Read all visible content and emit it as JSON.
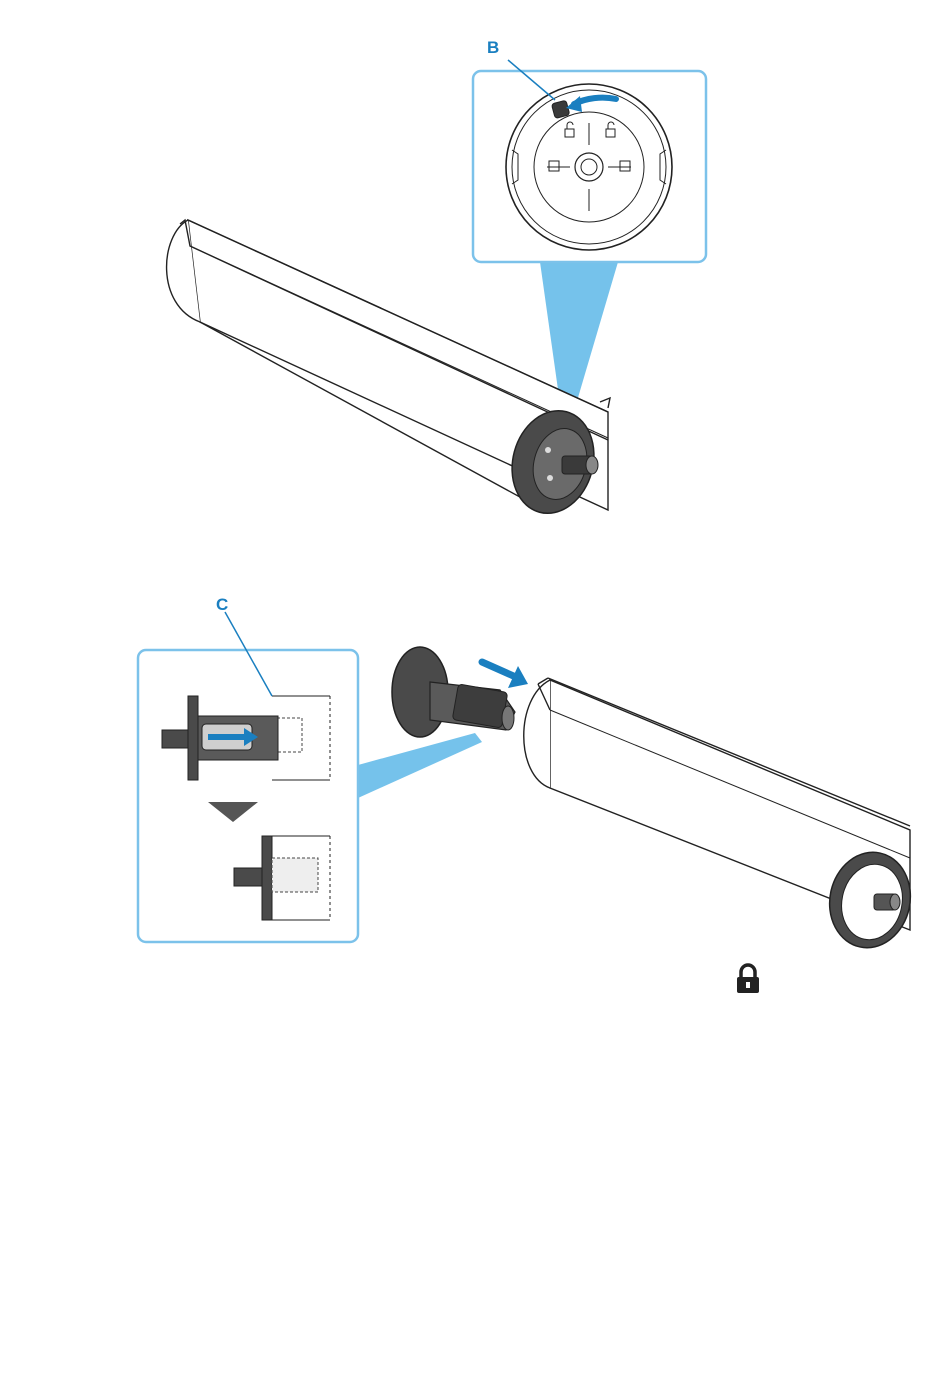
{
  "figures": [
    {
      "id": "figure-1",
      "callout_letter": "B",
      "subject": "roll-holder-end-cap",
      "arrow": "rotate-counterclockwise"
    },
    {
      "id": "figure-2",
      "callout_letter": "C",
      "subject": "roll-holder-insertion",
      "arrow": "push-into-core"
    }
  ],
  "icons": {
    "lock": "lock-icon"
  },
  "colors": {
    "accent": "#1a7fc0",
    "callout_fill": "#5db7e8",
    "callout_border": "#7cc2ea",
    "part_dark": "#4a4a4a",
    "outline": "#222222"
  }
}
